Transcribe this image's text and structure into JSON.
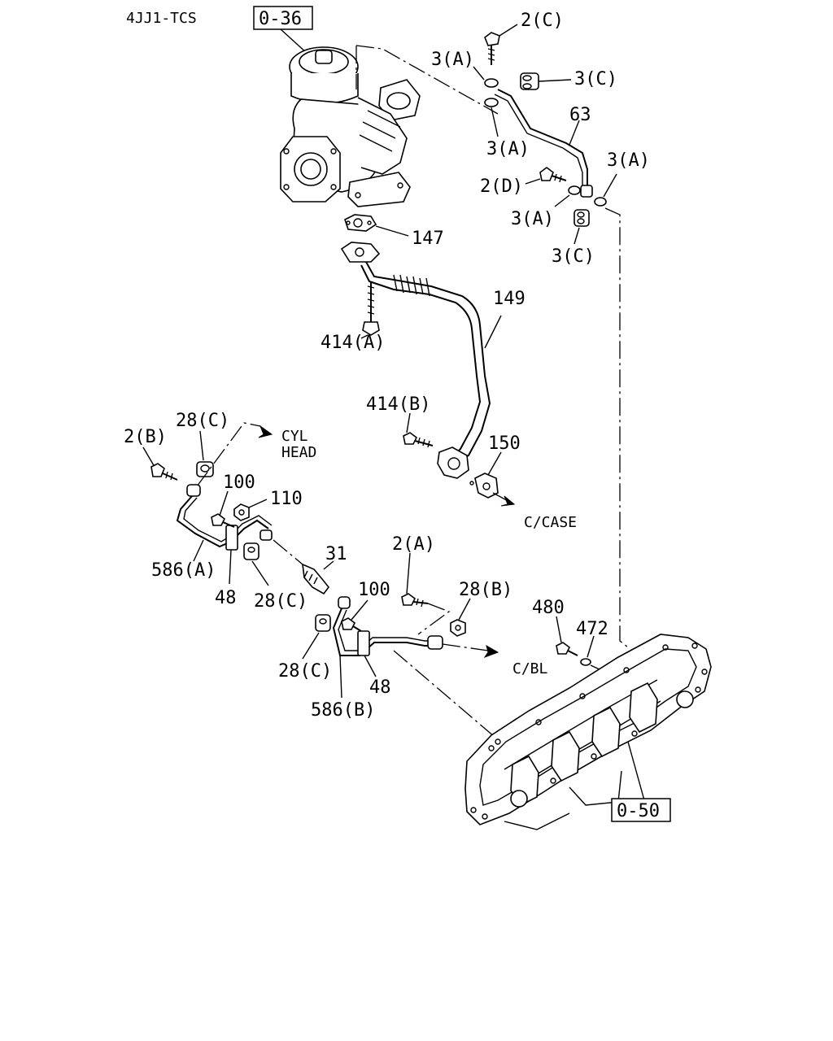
{
  "header": {
    "model": "4JJ1-TCS",
    "ref_top": "0-36",
    "ref_bottom": "0-50"
  },
  "callouts": {
    "c2C": "2(C)",
    "c3A_1": "3(A)",
    "c3C_1": "3(C)",
    "c63": "63",
    "c3A_2": "3(A)",
    "c3A_3": "3(A)",
    "c2D": "2(D)",
    "c3A_4": "3(A)",
    "c3C_2": "3(C)",
    "c147": "147",
    "c149": "149",
    "c414A": "414(A)",
    "c414B": "414(B)",
    "c150": "150",
    "c2B": "2(B)",
    "c28C_1": "28(C)",
    "c100_1": "100",
    "c110": "110",
    "c586A": "586(A)",
    "c48_1": "48",
    "c28C_2": "28(C)",
    "c31": "31",
    "c2A": "2(A)",
    "c100_2": "100",
    "c28B": "28(B)",
    "c480": "480",
    "c472": "472",
    "c28C_3": "28(C)",
    "c48_2": "48",
    "c586B": "586(B)"
  },
  "destinations": {
    "cyl_head_1": "CYL",
    "cyl_head_2": "HEAD",
    "crankcase": "C/CASE",
    "cyl_block": "C/BL"
  }
}
